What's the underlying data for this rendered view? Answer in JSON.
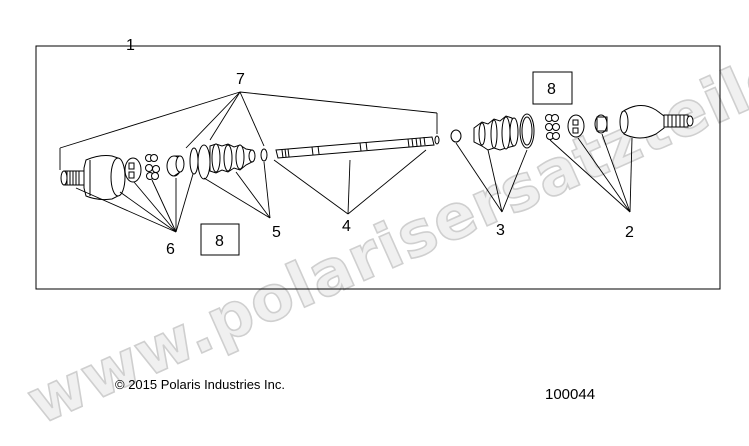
{
  "diagram": {
    "callouts": {
      "c1": "1",
      "c2": "2",
      "c3": "3",
      "c4": "4",
      "c5": "5",
      "c6": "6",
      "c7": "7",
      "box_left": "8",
      "box_right": "8"
    }
  },
  "footer": {
    "copyright": "© 2015 Polaris Industries Inc.",
    "part_number": "100044"
  },
  "watermark": {
    "text": "www.polarisersatzteile.de"
  }
}
